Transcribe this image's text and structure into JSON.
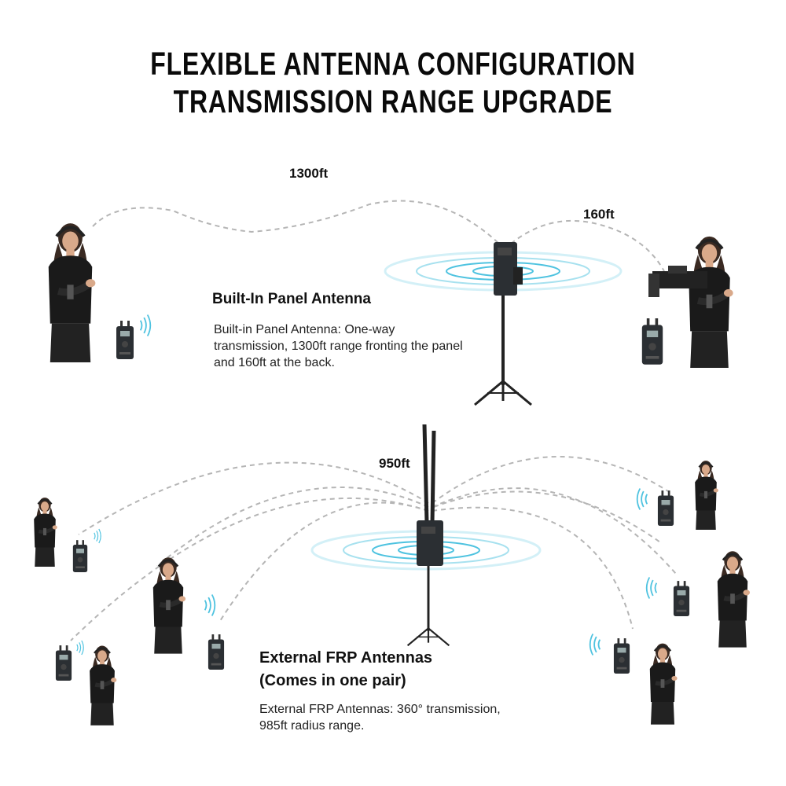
{
  "title": {
    "line1": "FLEXIBLE ANTENNA CONFIGURATION",
    "line2": "TRANSMISSION RANGE UPGRADE"
  },
  "panel_section": {
    "front_range": "1300ft",
    "back_range": "160ft",
    "heading": "Built-In Panel Antenna",
    "description": "Built-in Panel Antenna: One-way transmission, 1300ft range fronting the panel and 160ft at the back."
  },
  "frp_section": {
    "range": "950ft",
    "heading_line1": "External FRP Antennas",
    "heading_line2": "(Comes in one pair)",
    "description_line1": "External FRP Antennas: 360° transmission,",
    "description_line2": "985ft radius range."
  },
  "colors": {
    "ripple": "#4fc3e0",
    "dash": "#b5b5b5",
    "device": "#2b2f33",
    "text": "#111111"
  }
}
